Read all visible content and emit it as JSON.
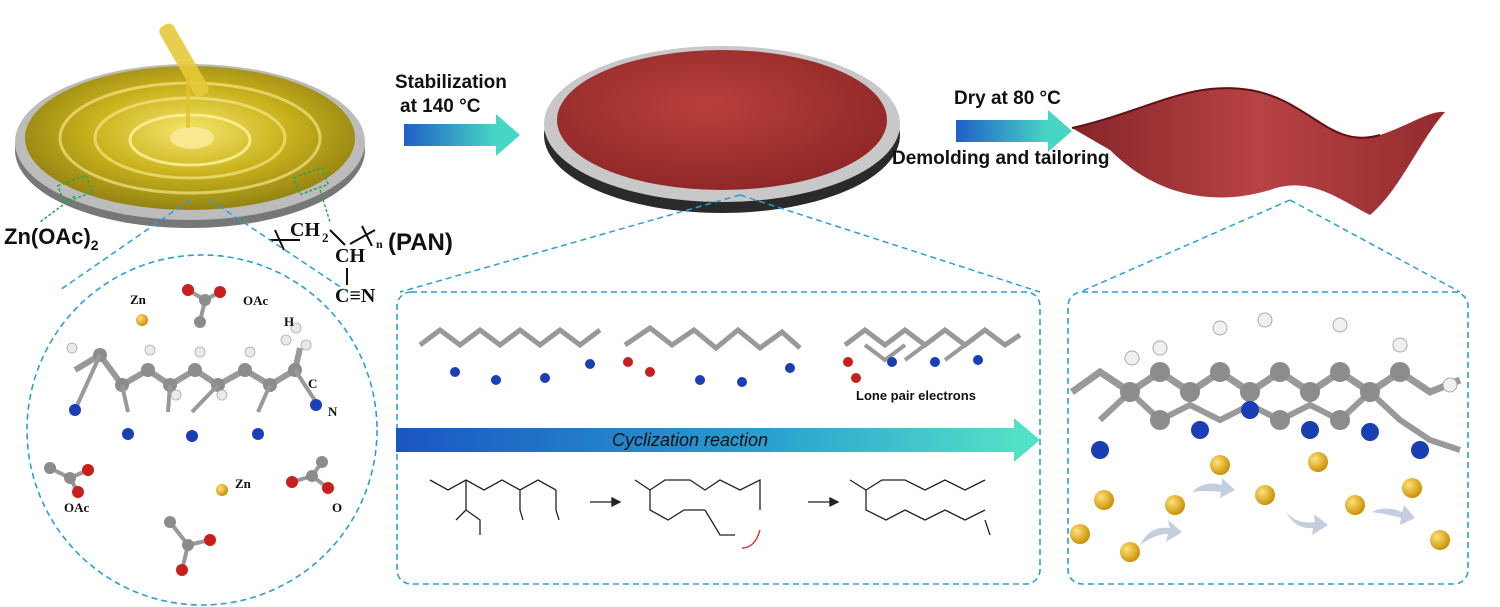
{
  "steps": {
    "step1_line1": "Stabilization",
    "step1_line2": "at 140 °C",
    "step2_line1": "Dry at 80 °C",
    "step2_line2": "Demolding and tailoring"
  },
  "labels": {
    "zinc_acetate": "Zn(OAc)",
    "zinc_acetate_sub": "2",
    "pan": "(PAN)",
    "pan_ch2": "CH",
    "pan_ch2_sub": "2",
    "pan_ch": "CH",
    "pan_n": "n",
    "pan_cn": "C≡N"
  },
  "molecule_labels": {
    "zn_top": "Zn",
    "oac_top": "OAc",
    "h": "H",
    "c": "C",
    "n": "N",
    "zn_bottom": "Zn",
    "oac_bottom": "OAc",
    "o": "O",
    "lone_pair": "Lone pair electrons"
  },
  "reaction": {
    "label": "Cyclization  reaction"
  },
  "colors": {
    "dashed": "#2a9fd6",
    "zn": "#d9a400",
    "nitrogen": "#1a3fb5",
    "oxygen": "#c81e1e",
    "carbon": "#8c8c8c",
    "film": "#9e2a2a",
    "solution": "#c9b21c"
  }
}
